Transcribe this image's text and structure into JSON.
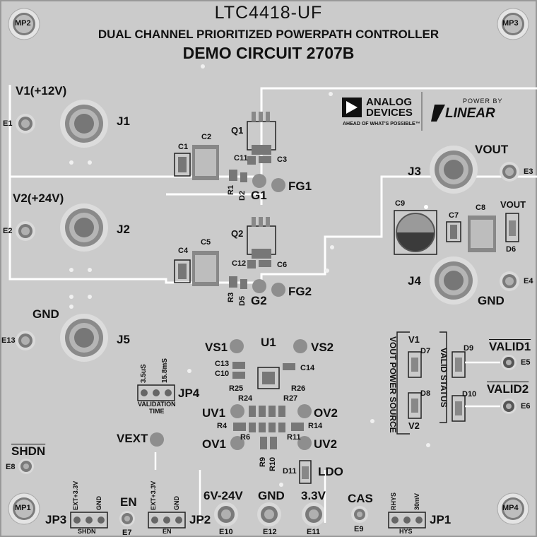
{
  "header": {
    "part_number": "LTC4418-UF",
    "subtitle": "DUAL CHANNEL PRIORITIZED POWERPATH CONTROLLER",
    "circuit": "DEMO CIRCUIT 2707B"
  },
  "logos": {
    "adi_name_1": "ANALOG",
    "adi_name_2": "DEVICES",
    "adi_tagline": "AHEAD OF WHAT'S POSSIBLE™",
    "linear_power_by": "POWER BY",
    "linear_name": "LINEAR"
  },
  "mounting_holes": [
    "MP2",
    "MP3",
    "MP1",
    "MP4"
  ],
  "inputs": {
    "v1_label": "V1(+12V)",
    "v2_label": "V2(+24V)",
    "gnd_label": "GND",
    "e1": "E1",
    "e2": "E2",
    "e13": "E13",
    "j1": "J1",
    "j2": "J2",
    "j5": "J5"
  },
  "outputs": {
    "j3": "J3",
    "j4": "J4",
    "vout_label": "VOUT",
    "vout_small": "VOUT",
    "gnd_label": "GND",
    "e3": "E3",
    "e4": "E4"
  },
  "components": {
    "q1": "Q1",
    "q2": "Q2",
    "c1": "C1",
    "c2": "C2",
    "c3": "C3",
    "c4": "C4",
    "c5": "C5",
    "c6": "C6",
    "c7": "C7",
    "c8": "C8",
    "c9": "C9",
    "c10": "C10",
    "c11": "C11",
    "c12": "C12",
    "c13": "C13",
    "c14": "C14",
    "r1": "R1",
    "r3": "R3",
    "r4": "R4",
    "r6": "R6",
    "r9": "R9",
    "r10": "R10",
    "r11": "R11",
    "r14": "R14",
    "r24": "R24",
    "r25": "R25",
    "r26": "R26",
    "r27": "R27",
    "d2": "D2",
    "d5": "D5",
    "d6": "D6",
    "d7": "D7",
    "d8": "D8",
    "d9": "D9",
    "d10": "D10",
    "d11": "D11",
    "u1": "U1"
  },
  "test_points": {
    "g1": "G1",
    "fg1": "FG1",
    "g2": "G2",
    "fg2": "FG2",
    "vs1": "VS1",
    "vs2": "VS2",
    "uv1_top": "UV1",
    "ov2_top": "OV2",
    "ov1": "OV1",
    "uv2": "UV2",
    "vext": "VEXT",
    "ldo": "LDO"
  },
  "status": {
    "v1": "V1",
    "v2": "V2",
    "vout_power_source": "VOUT POWER SOURCE",
    "valid_status": "VALID STATUS",
    "valid1": "VALID1",
    "valid2": "VALID2",
    "e5": "E5",
    "e6": "E6"
  },
  "jumpers": {
    "jp1": "JP1",
    "jp2": "JP2",
    "jp3": "JP3",
    "jp4": "JP4",
    "jp4_left": "3.5uS",
    "jp4_right": "15.8mS",
    "jp4_caption_1": "VALIDATION",
    "jp4_caption_2": "TIME",
    "jp3_ext": "EXT+3.3V",
    "jp3_gnd": "GND",
    "jp3_caption": "SHDN",
    "jp2_ext": "EXT+3.3V",
    "jp2_gnd": "GND",
    "jp2_caption": "EN",
    "jp1_rhys": "RHYS",
    "jp1_30mv": "30mV",
    "jp1_caption": "HYS"
  },
  "bottom": {
    "shdn": "SHDN",
    "e8": "E8",
    "en": "EN",
    "e7": "E7",
    "range": "6V-24V",
    "e10": "E10",
    "gnd": "GND",
    "e12": "E12",
    "v33": "3.3V",
    "e11": "E11",
    "cas": "CAS",
    "e9": "E9"
  }
}
